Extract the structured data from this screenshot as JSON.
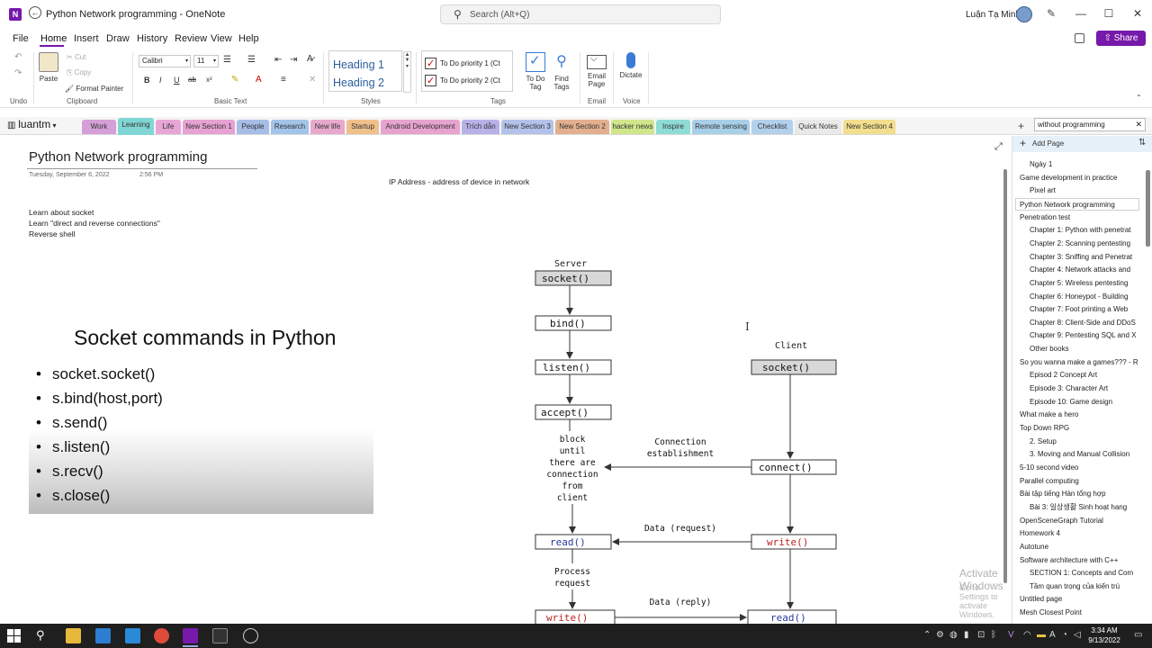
{
  "window": {
    "title": "Python Network programming  -  OneNote",
    "search_placeholder": "Search (Alt+Q)",
    "user_name": "Luận Tạ Minh",
    "minimize": "—",
    "maximize": "☐",
    "close": "✕",
    "restore": "⌃"
  },
  "menu": {
    "items": [
      "File",
      "Home",
      "Insert",
      "Draw",
      "History",
      "Review",
      "View",
      "Help"
    ],
    "active": "Home",
    "share_label": "Share"
  },
  "ribbon": {
    "undo_group": "Undo",
    "clipboard": {
      "label": "Clipboard",
      "paste": "Paste",
      "cut": "Cut",
      "copy": "Copy",
      "format_painter": "Format Painter"
    },
    "basic_text": {
      "label": "Basic Text",
      "font_name": "Calibri",
      "font_size": "11",
      "bold": "B",
      "italic": "I",
      "underline": "U",
      "strike": "ab",
      "superscript": "x²"
    },
    "styles": {
      "label": "Styles",
      "heading1": "Heading 1",
      "heading2": "Heading 2"
    },
    "tags": {
      "label": "Tags",
      "tag1": "To Do priority 1 (Ct",
      "tag2": "To Do priority 2 (Ct",
      "todo_tag": "To Do Tag",
      "find_tags": "Find Tags"
    },
    "email": {
      "label": "Email",
      "button": "Email Page"
    },
    "voice": {
      "label": "Voice",
      "button": "Dictate"
    }
  },
  "notebook": {
    "name": "luantm",
    "sections": [
      {
        "label": "Work",
        "color": "#d59fd8"
      },
      {
        "label": "Learning",
        "color": "#7fd6d4"
      },
      {
        "label": "Life",
        "color": "#e8a6d6"
      },
      {
        "label": "New Section 1",
        "color": "#e6a2d2"
      },
      {
        "label": "People",
        "color": "#a6bde6"
      },
      {
        "label": "Research",
        "color": "#a2c4e8"
      },
      {
        "label": "New life",
        "color": "#e8a8cc"
      },
      {
        "label": "Startup",
        "color": "#f0c08a"
      },
      {
        "label": "Android Development",
        "color": "#e7a3cf"
      },
      {
        "label": "Trích dẫn",
        "color": "#b6b2e8"
      },
      {
        "label": "New Section 3",
        "color": "#b3c2ea"
      },
      {
        "label": "New Section 2",
        "color": "#e2b08e"
      },
      {
        "label": "hacker news",
        "color": "#cfe68a"
      },
      {
        "label": "Inspire",
        "color": "#8fdcd6"
      },
      {
        "label": "Remote sensing",
        "color": "#a8cfe8"
      },
      {
        "label": "Checklist",
        "color": "#b2d0ec"
      },
      {
        "label": "Quick Notes",
        "color": "#e9e9e9"
      },
      {
        "label": "New Section 4",
        "color": "#f2de8c"
      }
    ],
    "add_section": "+",
    "page_search_value": "without programming",
    "page_search_clear": "✕"
  },
  "page": {
    "title": "Python Network programming",
    "date": "Tuesday, September 6, 2022",
    "time": "2:56 PM",
    "ip_note": "IP Address - address of device in network",
    "notes": [
      "Learn about socket",
      "Learn \"direct and reverse connections\"",
      "Reverse shell"
    ],
    "slide": {
      "title": "Socket commands in Python",
      "items": [
        "socket.socket()",
        "s.bind(host,port)",
        "s.send()",
        "s.listen()",
        "s.recv()",
        "s.close()"
      ]
    },
    "diagram": {
      "server_label": "Server",
      "client_label": "Client",
      "server_boxes": [
        "socket()",
        "bind()",
        "listen()",
        "accept()",
        "read()",
        "write()"
      ],
      "client_boxes": [
        "socket()",
        "connect()",
        "write()",
        "read()"
      ],
      "block_text": [
        "block",
        "until",
        "there are",
        "connection",
        "from",
        "client"
      ],
      "conn_est": [
        "Connection",
        "establishment"
      ],
      "data_request": "Data (request)",
      "process_request": [
        "Process",
        "request"
      ],
      "data_reply": "Data (reply)"
    },
    "watermark_title": "Activate Windows",
    "watermark_sub": "Go to Settings to activate Windows."
  },
  "pages_panel": {
    "add_page": "Add Page",
    "selected": "Python Network programming",
    "items": [
      {
        "label": "Ngày 1",
        "indent": 1
      },
      {
        "label": "Game development in practice",
        "indent": 0
      },
      {
        "label": "Pixel art",
        "indent": 1
      },
      {
        "label": "Python Network programming",
        "indent": 0
      },
      {
        "label": "Penetration test",
        "indent": 0
      },
      {
        "label": "Chapter 1: Python with penetrat",
        "indent": 1
      },
      {
        "label": "Chapter 2: Scanning pentesting",
        "indent": 1
      },
      {
        "label": "Chapter 3: Sniffing and Penetrat",
        "indent": 1
      },
      {
        "label": "Chapter 4: Network attacks and",
        "indent": 1
      },
      {
        "label": "Chapter 5: Wireless pentesting",
        "indent": 1
      },
      {
        "label": "Chapter 6: Honeypot - Building",
        "indent": 1
      },
      {
        "label": "Chapter 7: Foot printing a Web",
        "indent": 1
      },
      {
        "label": "Chapter 8: Client-Side and DDoS",
        "indent": 1
      },
      {
        "label": "Chapter 9: Pentesting SQL and X",
        "indent": 1
      },
      {
        "label": "Other books",
        "indent": 1
      },
      {
        "label": "So you wanna make a games??? - R",
        "indent": 0
      },
      {
        "label": "Episod 2 Concept Art",
        "indent": 1
      },
      {
        "label": "Episode 3: Character Art",
        "indent": 1
      },
      {
        "label": "Episode 10: Game design",
        "indent": 1
      },
      {
        "label": "What make a hero",
        "indent": 0
      },
      {
        "label": "Top Down RPG",
        "indent": 0
      },
      {
        "label": "2. Setup",
        "indent": 1
      },
      {
        "label": "3. Moving and Manual Collision",
        "indent": 1
      },
      {
        "label": "5-10 second video",
        "indent": 0
      },
      {
        "label": "Parallel computing",
        "indent": 0
      },
      {
        "label": "Bài tập tiếng Hàn tổng hợp",
        "indent": 0
      },
      {
        "label": "Bài 3: 일상생활 Sinh hoạt hang",
        "indent": 1
      },
      {
        "label": "OpenSceneGraph Tutorial",
        "indent": 0
      },
      {
        "label": "Homework 4",
        "indent": 0
      },
      {
        "label": "Autotune",
        "indent": 0
      },
      {
        "label": "Software architecture with C++",
        "indent": 0
      },
      {
        "label": "SECTION 1: Concepts and Com",
        "indent": 1
      },
      {
        "label": "Tầm quan trọng của kiến trú",
        "indent": 1
      },
      {
        "label": "Untitled page",
        "indent": 0
      },
      {
        "label": "Mesh Closest Point",
        "indent": 0
      }
    ]
  },
  "taskbar": {
    "time": "3:34 AM",
    "date": "9/13/2022",
    "lang": "A"
  }
}
